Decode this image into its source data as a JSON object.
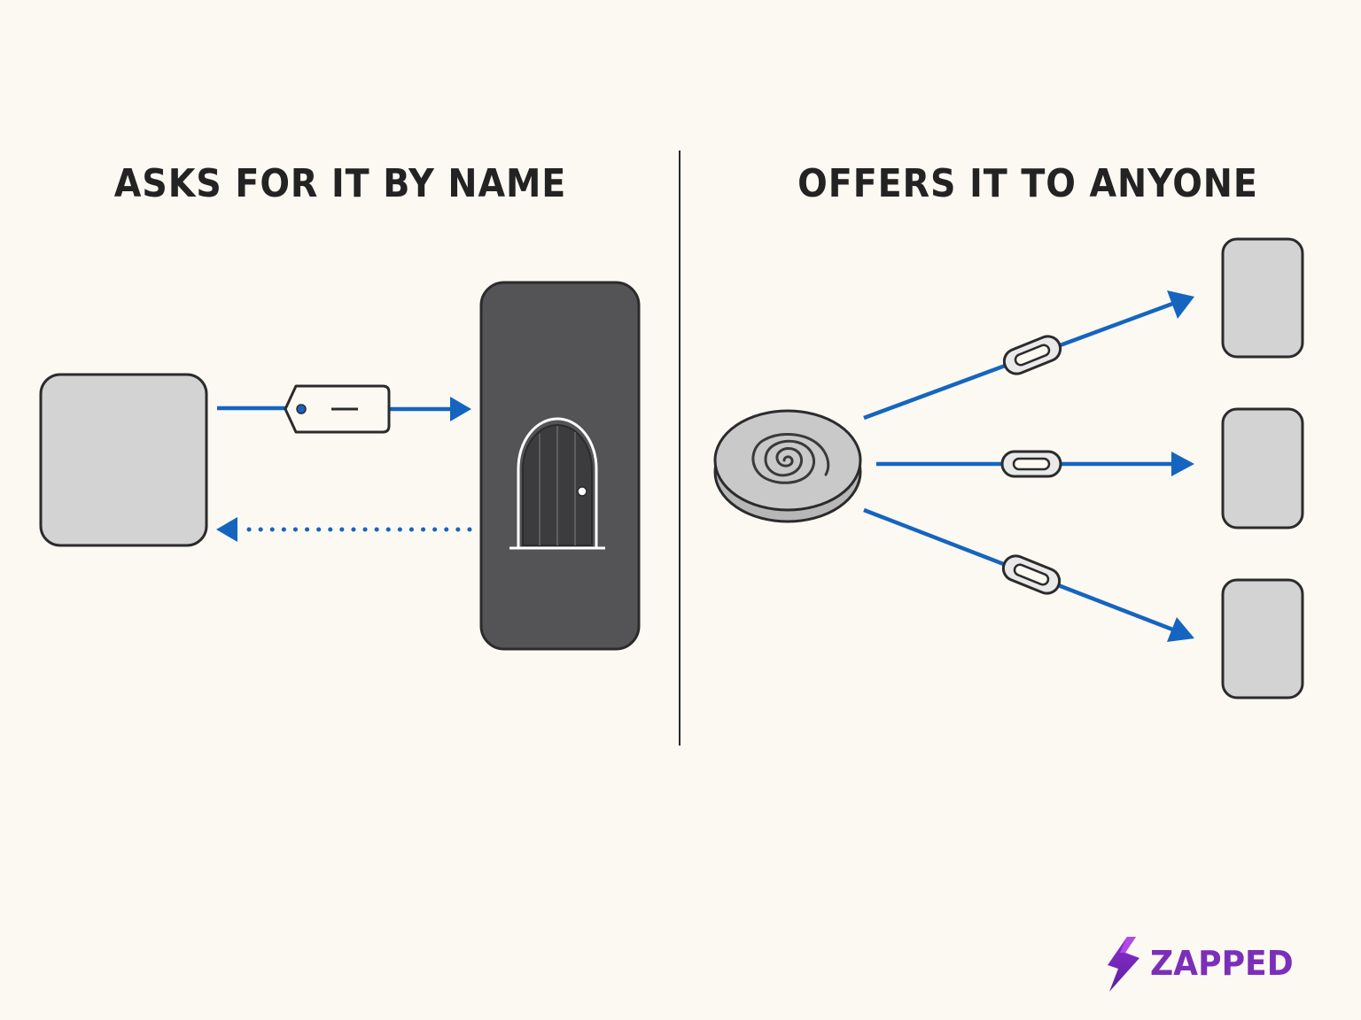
{
  "left_panel": {
    "heading": "ASKS FOR IT BY NAME"
  },
  "right_panel": {
    "heading": "OFFERS IT TO ANYONE"
  },
  "brand": {
    "name": "ZAPPED",
    "icon": "lightning-bolt-icon"
  },
  "colors": {
    "background": "#fcf9f3",
    "arrow": "#1565c0",
    "box_fill": "#d3d3d3",
    "server_fill": "#545456",
    "outline": "#2b2b2b",
    "brand": "#7b2fb9"
  }
}
